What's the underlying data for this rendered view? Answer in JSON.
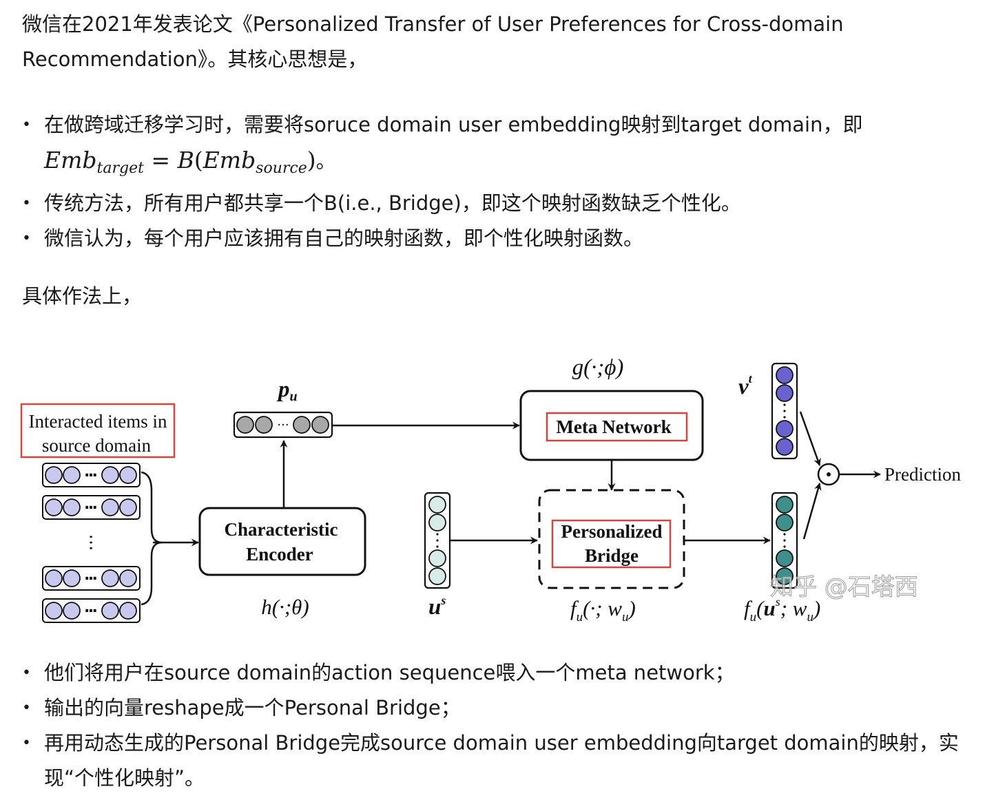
{
  "intro": {
    "line1": "微信在2021年发表论文《Personalized Transfer of User Preferences for Cross-domain",
    "line2": "Recommendation》。其核心思想是，"
  },
  "bullets_top": [
    "在做跨域迁移学习时，需要将soruce domain user embedding映射到target domain，即",
    "传统方法，所有用户都共享一个B(i.e., Bridge)，即这个映射函数缺乏个性化。",
    "微信认为，每个用户应该拥有自己的映射函数，即个性化映射函数。"
  ],
  "formula": {
    "emb": "Emb",
    "target_sub": "target",
    "equals": " = ",
    "B": "B",
    "open": "(",
    "source_sub": "source",
    "close": ")",
    "tail": "。"
  },
  "method_heading": "具体作法上，",
  "bullets_bottom": [
    "他们将用户在source domain的action sequence喂入一个meta network；",
    "输出的向量reshape成一个Personal Bridge；",
    "再用动态生成的Personal Bridge完成source domain user embedding向target domain的映射，实现“个性化映射”。"
  ],
  "diagram": {
    "items_box_line1": "Interacted items in",
    "items_box_line2": "source domain",
    "encoder_line1": "Characteristic",
    "encoder_line2": "Encoder",
    "encoder_func": "h(·;θ)",
    "pu_label": "p",
    "pu_sub": "u",
    "meta_func": "g(·;ϕ)",
    "meta_label": "Meta Network",
    "bridge_line1": "Personalized",
    "bridge_line2": "Bridge",
    "bridge_func_f": "f",
    "bridge_func_sub": "u",
    "bridge_func_args": "(·; w",
    "bridge_func_end": ")",
    "us_label": "u",
    "us_sup": "s",
    "vt_label": "v",
    "vt_sup": "t",
    "output_func_f": "f",
    "output_func_sub": "u",
    "output_func_open": "(",
    "output_func_u": "u",
    "output_func_sup": "s",
    "output_func_rest": "; w",
    "output_func_end": ")",
    "prediction": "Prediction",
    "dot_product_symbol": "⊙",
    "ellipsis": "···",
    "watermark": "知乎 @石塔西",
    "colors": {
      "red_border": "#d6453a",
      "item_fill": "#c9c8ee",
      "pu_fill": "#a8a8a8",
      "us_fill": "#d8ebe8",
      "vt_fill": "#6a63cf",
      "out_fill": "#3f8f8c"
    }
  }
}
